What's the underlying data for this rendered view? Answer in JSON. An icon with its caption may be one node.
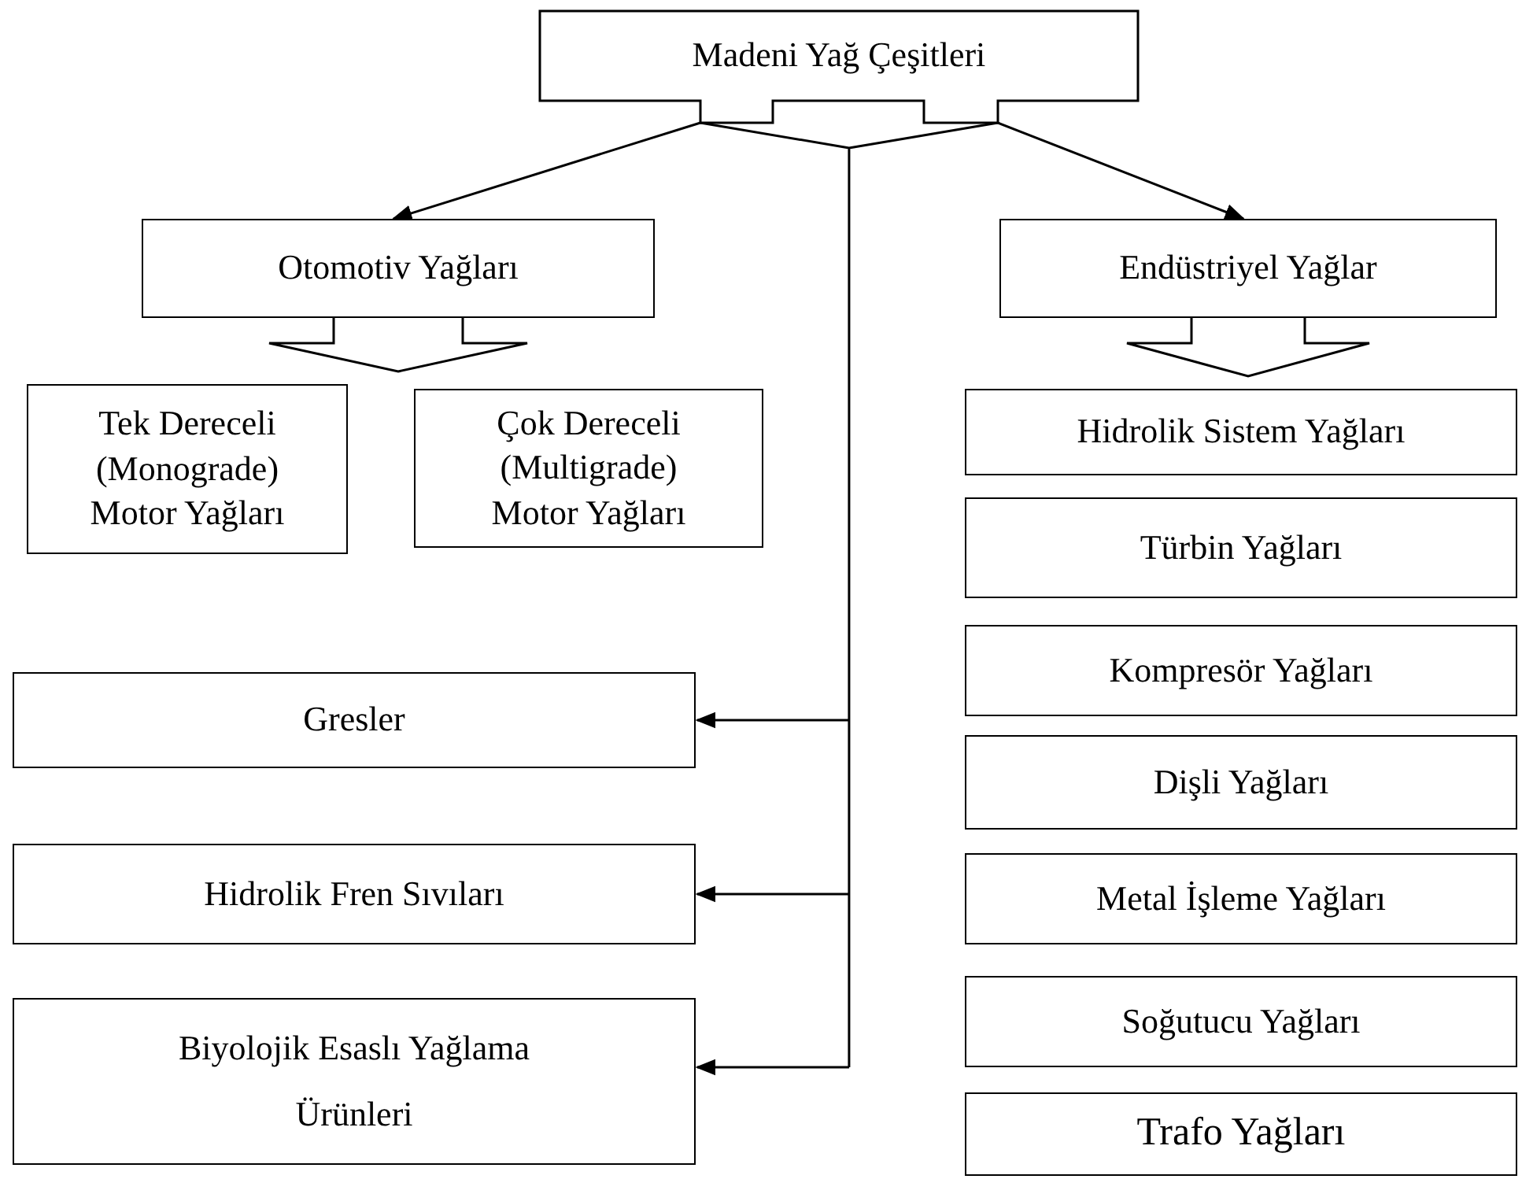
{
  "diagram": {
    "nodes": [
      {
        "text": [
          "Madeni Yağ Çeşitleri"
        ]
      },
      {
        "text": [
          "Otomotiv Yağları"
        ]
      },
      {
        "text": [
          "Endüstriyel Yağlar"
        ]
      },
      {
        "text": [
          "Tek Dereceli (Monograde) Motor Yağları"
        ]
      },
      {
        "text": [
          "Çok Dereceli (Multigrade) Motor Yağları"
        ]
      },
      {
        "text": [
          "Hidrolik Sistem Yağları"
        ]
      },
      {
        "text": [
          "Türbin Yağları"
        ]
      },
      {
        "text": [
          "Kompresör Yağları"
        ]
      },
      {
        "text": [
          "Dişli Yağları"
        ]
      },
      {
        "text": [
          "Metal İşleme Yağları"
        ]
      },
      {
        "text": [
          "Soğutucu Yağları"
        ]
      },
      {
        "text": [
          "Trafo Yağları"
        ]
      },
      {
        "text": [
          "Gresler"
        ]
      },
      {
        "text": [
          "Hidrolik Fren Sıvıları"
        ]
      },
      {
        "text": [
          "Biyolojik Esaslı Yağlama Ürünleri"
        ]
      }
    ],
    "edges": [
      {
        "from": 0,
        "to": 1,
        "arrow": "to"
      },
      {
        "from": 0,
        "to": 2,
        "arrow": "to"
      },
      {
        "from": 1,
        "to": 3,
        "arrow": "to"
      },
      {
        "from": 1,
        "to": 4,
        "arrow": "to"
      },
      {
        "from": 2,
        "to": 5,
        "arrow": "to"
      },
      {
        "from": 0,
        "to": 12,
        "arrow": "to"
      },
      {
        "from": 0,
        "to": 13,
        "arrow": "to"
      },
      {
        "from": 0,
        "to": 14,
        "arrow": "to"
      }
    ]
  }
}
